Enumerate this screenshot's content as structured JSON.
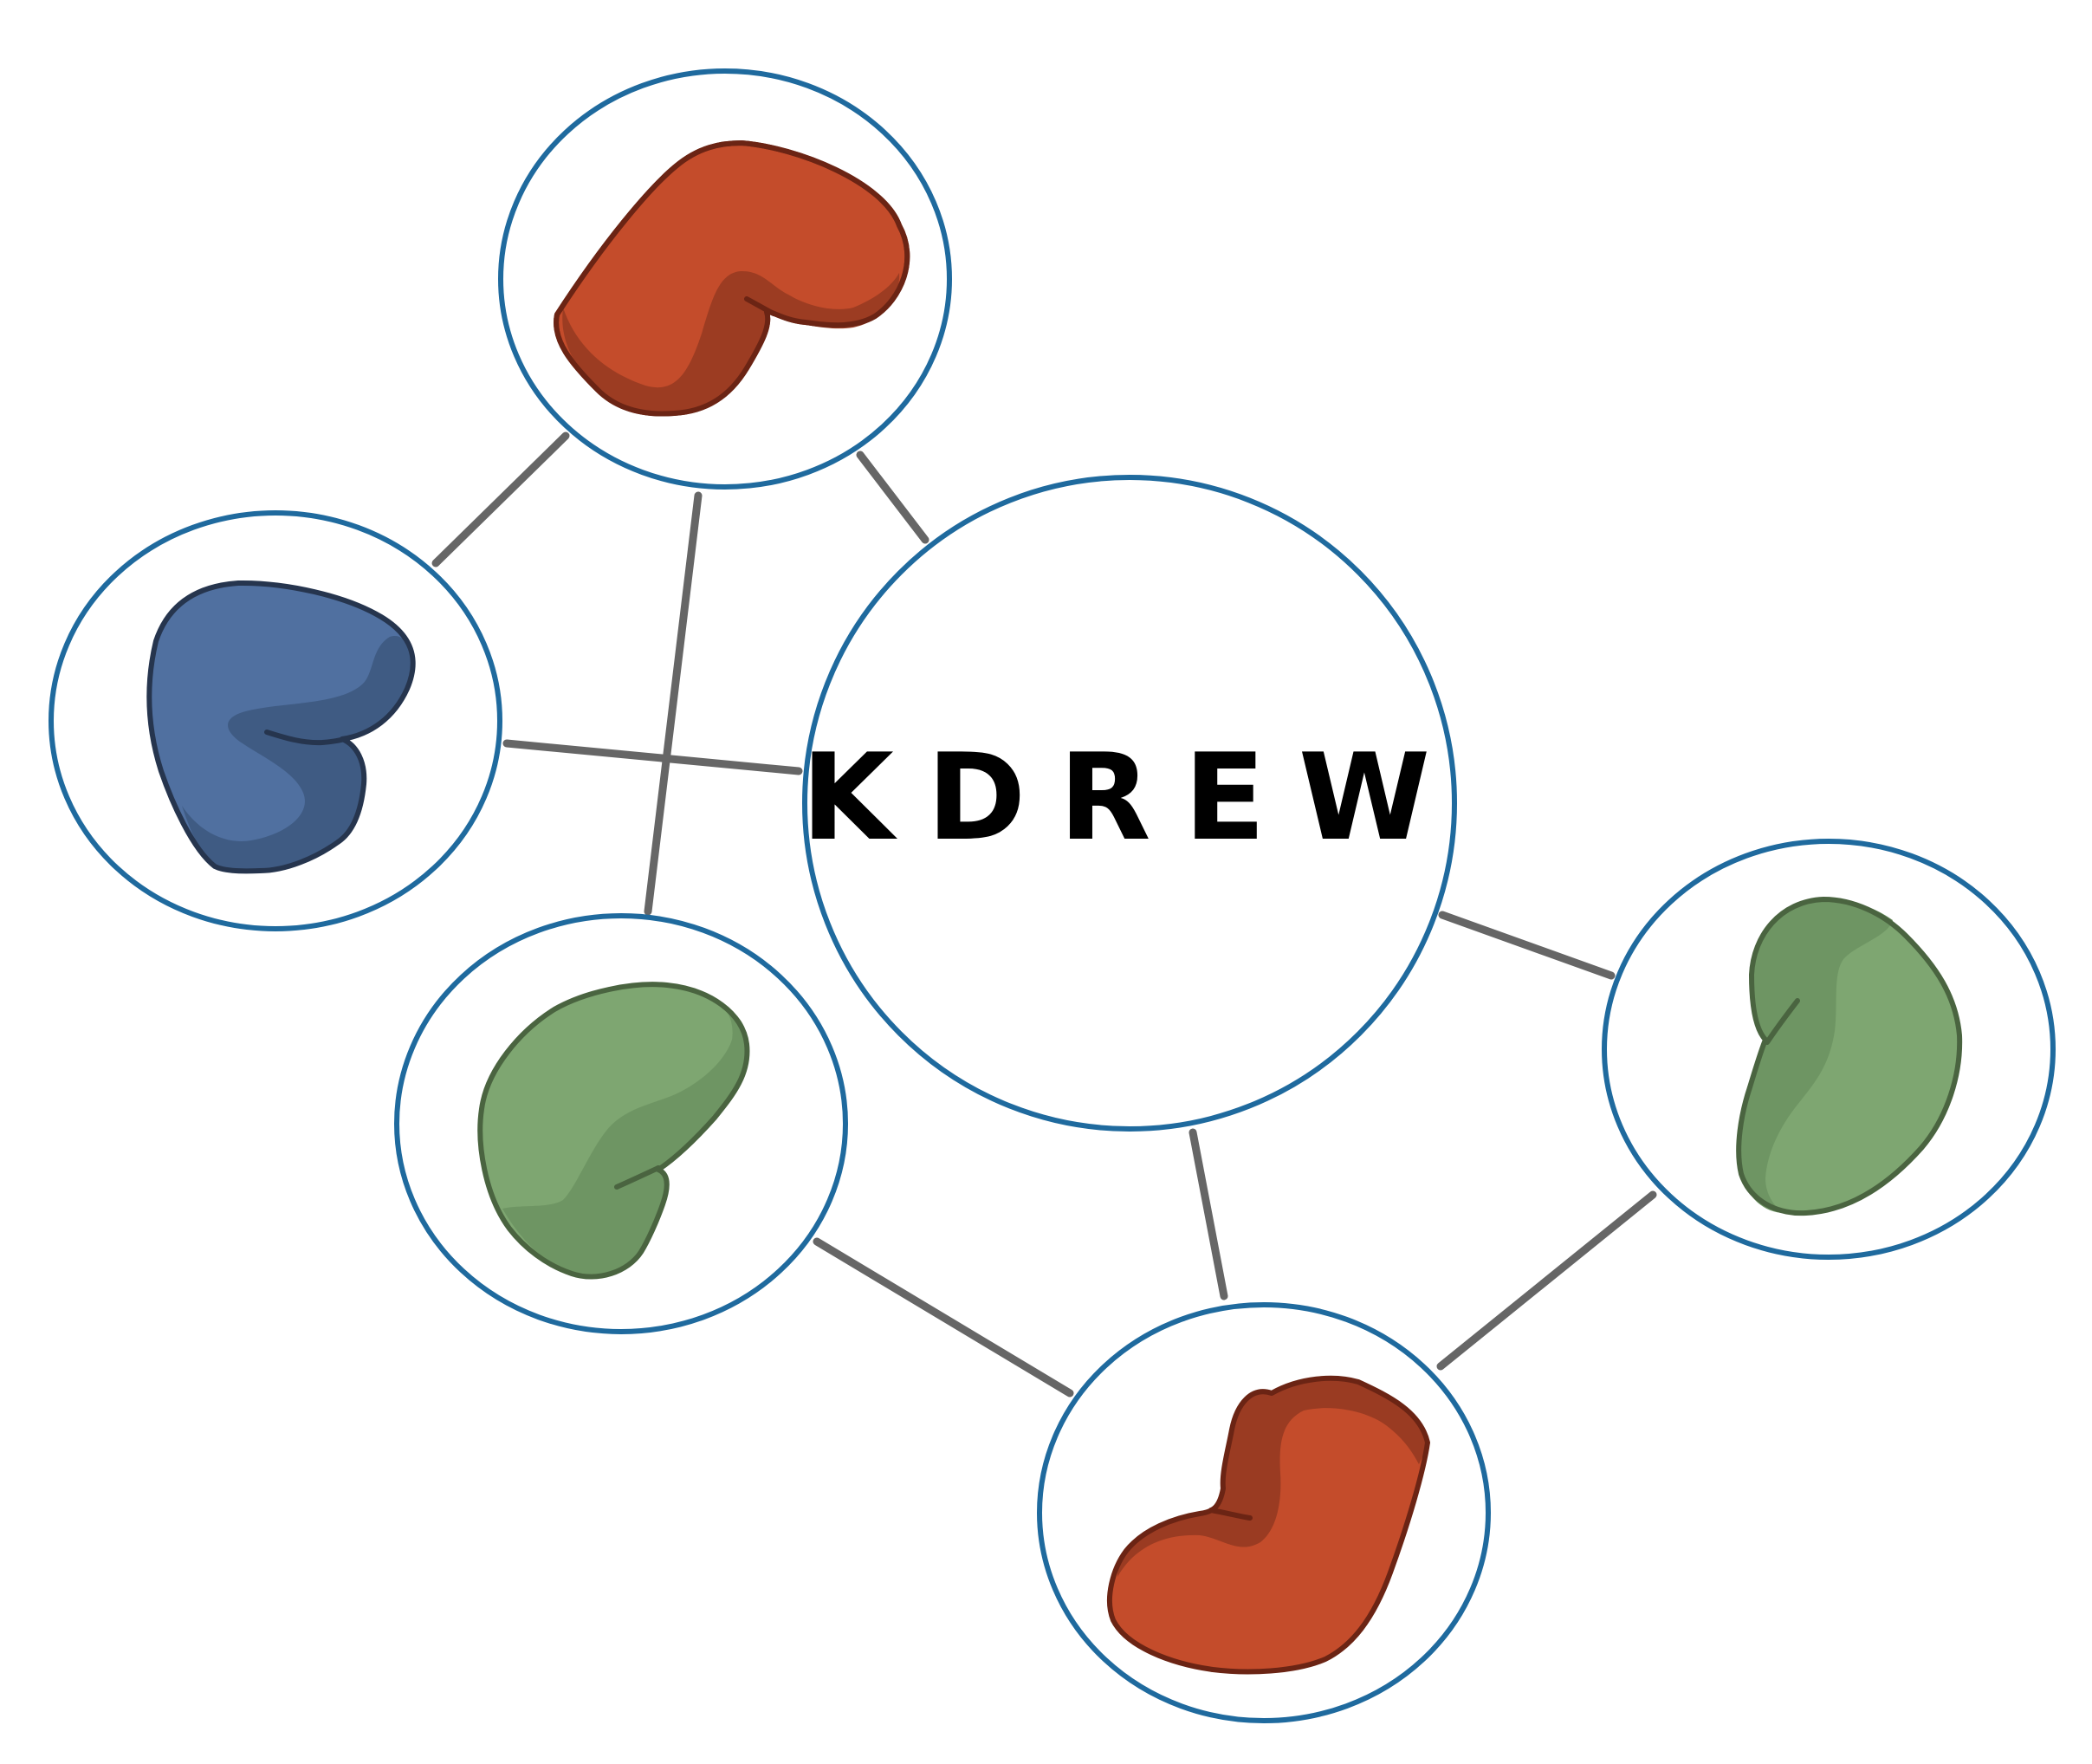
{
  "center_node": {
    "label": "KDREW"
  },
  "protein_nodes": [
    {
      "id": "top",
      "color_name": "red",
      "fill": "#c44c2b",
      "shade": "#9a3b22",
      "stroke": "#6b2414"
    },
    {
      "id": "left",
      "color_name": "blue",
      "fill": "#5070a0",
      "shade": "#3f5b83",
      "stroke": "#26354e"
    },
    {
      "id": "middle-left",
      "color_name": "green",
      "fill": "#7ea671",
      "shade": "#6e9563",
      "stroke": "#4a6440"
    },
    {
      "id": "right",
      "color_name": "green",
      "fill": "#7ea671",
      "shade": "#6e9563",
      "stroke": "#4a6440"
    },
    {
      "id": "bottom",
      "color_name": "red",
      "fill": "#c44c2b",
      "shade": "#9a3b22",
      "stroke": "#6b2414"
    }
  ],
  "edges": [
    [
      "top",
      "left"
    ],
    [
      "top",
      "center"
    ],
    [
      "top",
      "middle-left"
    ],
    [
      "left",
      "center"
    ],
    [
      "center",
      "right"
    ],
    [
      "center",
      "bottom"
    ],
    [
      "middle-left",
      "bottom"
    ],
    [
      "right",
      "bottom"
    ]
  ],
  "colors": {
    "ring": "#1f6a9e",
    "edge": "#666666",
    "label": "#000000"
  }
}
